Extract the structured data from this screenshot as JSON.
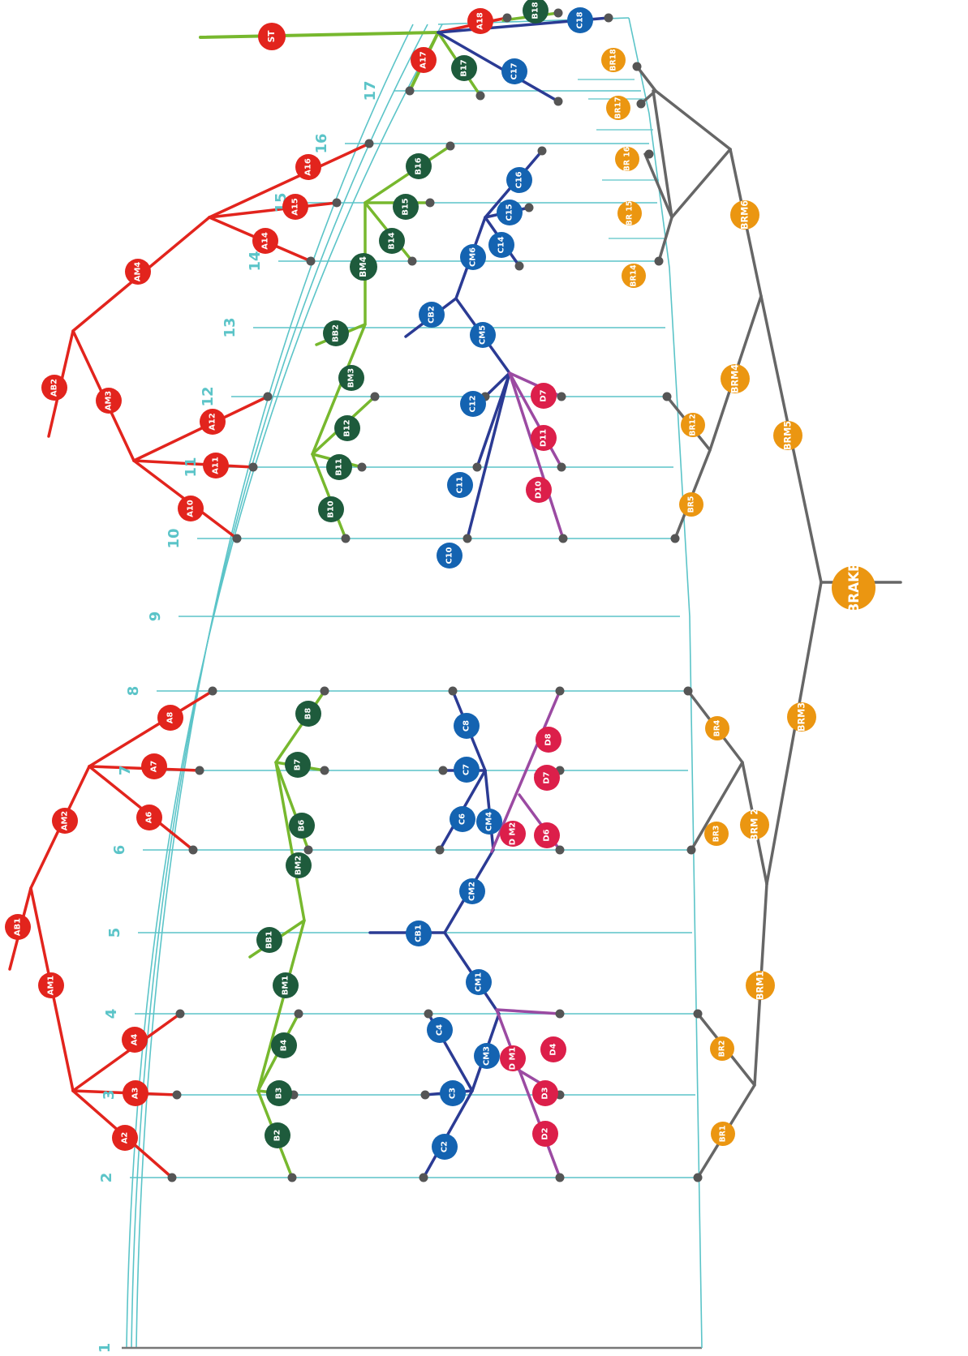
{
  "colors": {
    "station": "#5bc4c8",
    "a": "#e2241d",
    "b": "#1e5b3c",
    "b_line": "#77b82e",
    "c": "#1463b1",
    "c_line": "#2b3b94",
    "d": "#dc1f4a",
    "d_line": "#9b4aa2",
    "br": "#eb9611",
    "trunk": "#666666",
    "dot": "#555555",
    "logo": "#1463b1"
  },
  "station_numbers": [
    "1",
    "2",
    "3",
    "4",
    "5",
    "6",
    "7",
    "8",
    "9",
    "10",
    "11",
    "12",
    "13",
    "14",
    "15",
    "16",
    "17"
  ],
  "a_labels": [
    "A2",
    "A3",
    "A4",
    "AM1",
    "AB1",
    "A6",
    "A7",
    "A8",
    "AM2",
    "A10",
    "A11",
    "A12",
    "AM3",
    "AB2",
    "A14",
    "A15",
    "A16",
    "AM4",
    "A17",
    "A18",
    "ST"
  ],
  "b_labels": [
    "B2",
    "B3",
    "B4",
    "BM1",
    "BB1",
    "BM2",
    "B6",
    "B7",
    "B8",
    "B10",
    "B11",
    "B12",
    "BM3",
    "BB2",
    "BM4",
    "B14",
    "B15",
    "B16",
    "B17",
    "B18"
  ],
  "c_labels": [
    "C2",
    "C3",
    "C4",
    "CM3",
    "CM1",
    "CB1",
    "CM2",
    "CM4",
    "C6",
    "C7",
    "C8",
    "C10",
    "C11",
    "C12",
    "CM5",
    "CB2",
    "CM6",
    "C14",
    "C15",
    "C16",
    "C17",
    "C18"
  ],
  "d_labels": [
    "D2",
    "D3",
    "D4",
    "D M1",
    "D M2",
    "D6",
    "D7",
    "D8",
    "D10",
    "D11",
    "D7"
  ],
  "br_labels": [
    "BR1",
    "BR2",
    "BRM1",
    "BR3",
    "BR4",
    "BRM 2",
    "BRM3",
    "BR5",
    "BR12",
    "BRM5",
    "BRM4",
    "BR14",
    "BR 15",
    "BR 16",
    "BR17",
    "BR18",
    "BRM6",
    "BRAKE"
  ]
}
